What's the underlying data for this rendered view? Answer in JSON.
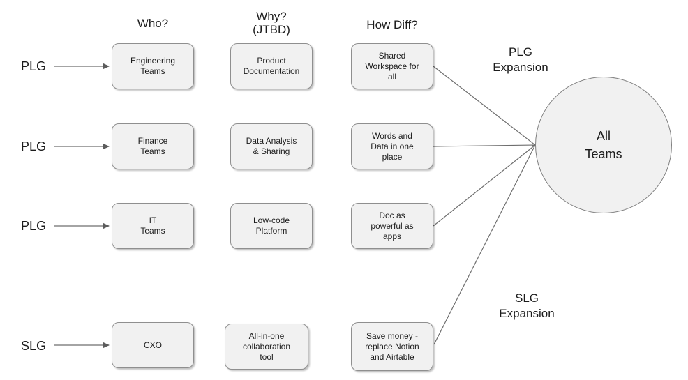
{
  "diagram": {
    "columns": [
      {
        "header": "Who?"
      },
      {
        "header": "Why?\n(JTBD)"
      },
      {
        "header": "How Diff?"
      }
    ],
    "rows": [
      {
        "label": "PLG",
        "who": "Engineering\nTeams",
        "why": "Product\nDocumentation",
        "how": "Shared\nWorkspace for\nall"
      },
      {
        "label": "PLG",
        "who": "Finance\nTeams",
        "why": "Data Analysis\n& Sharing",
        "how": "Words and\nData in one\nplace"
      },
      {
        "label": "PLG",
        "who": "IT\nTeams",
        "why": "Low-code\nPlatform",
        "how": "Doc as\npowerful as\napps"
      },
      {
        "label": "SLG",
        "who": "CXO",
        "why": "All-in-one\ncollaboration\ntool",
        "how": "Save money -\nreplace Notion\nand Airtable"
      }
    ],
    "annotations": {
      "plg_expansion": "PLG\nExpansion",
      "slg_expansion": "SLG\nExpansion"
    },
    "target_node": "All\nTeams",
    "colors": {
      "node_fill": "#f1f1f1",
      "node_border": "#8f8f8f",
      "connector": "#6e6e6e",
      "text": "#1c1c1c",
      "background": "#ffffff"
    }
  }
}
